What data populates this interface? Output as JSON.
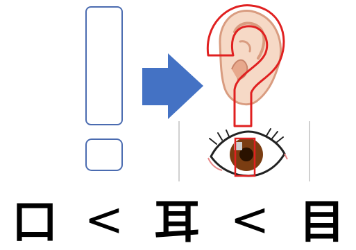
{
  "caption": {
    "mouth": "口",
    "less_than_1": "<",
    "ear": "耳",
    "less_than_2": "<",
    "eye": "目"
  },
  "colors": {
    "outline_blue": "#4a6bb0",
    "arrow_blue": "#4472c4",
    "question_red": "#e02020",
    "skin": "#f6d9c6",
    "skin_shadow": "#d99c80",
    "iris": "#7a3d12",
    "divider": "#c0c0c0"
  },
  "icons": {
    "exclamation": "exclamation-mark-outline",
    "arrow": "right-arrow",
    "ear": "ear-icon",
    "question": "question-mark-outline",
    "eye": "eye-icon"
  }
}
